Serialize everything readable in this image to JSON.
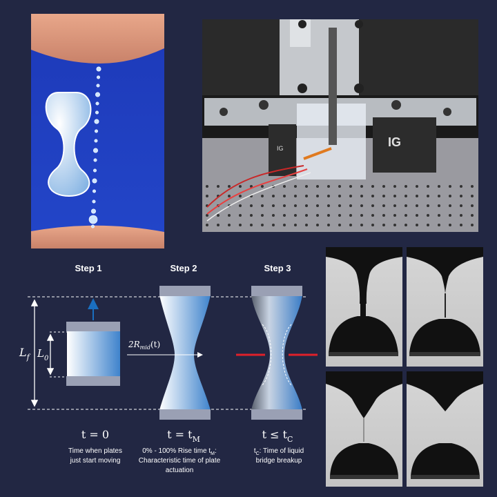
{
  "photos": {
    "droplet_photo_icon": "beads-on-string-photo",
    "rig_photo_icon": "experimental-rig-photo",
    "rig_label_left": "IG",
    "rig_label_right": "IG"
  },
  "steps": [
    {
      "title": "Step 1",
      "time": "t = 0",
      "caption_lines": [
        "Time when plates",
        "just start moving"
      ]
    },
    {
      "title": "Step 2",
      "time": "t = t",
      "time_sub": "M",
      "caption_lines": [
        "0% - 100% Rise time t",
        ": ",
        "Characteristic time of plate",
        "actuation"
      ]
    },
    {
      "title": "Step 3",
      "time": "t ≤ t",
      "time_sub": "C",
      "caption_lines": [
        "t",
        ": Time of liquid",
        "bridge breakup"
      ]
    }
  ],
  "labels": {
    "Lf": "L",
    "Lf_sub": "f",
    "L0": "L",
    "L0_sub": "0",
    "R_mid": "2R",
    "R_mid_sub": "mid",
    "R_mid_arg": "(t)",
    "tM_sub": "M",
    "tC_sub": "C"
  },
  "colors": {
    "background": "#222743",
    "plate": "#9aa0b4",
    "arrow_blue": "#1a6fc0",
    "laser_red": "#e0202a"
  }
}
